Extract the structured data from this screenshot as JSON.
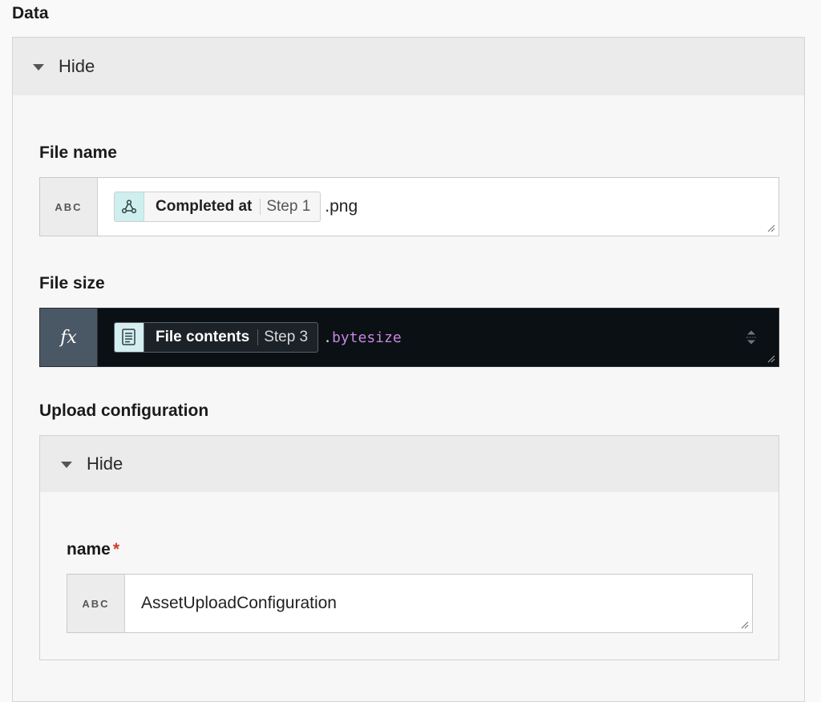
{
  "section": {
    "title": "Data"
  },
  "data_panel": {
    "toggle_label": "Hide"
  },
  "file_name": {
    "label": "File name",
    "type_badge": "ABC",
    "pill": {
      "icon": "webhook-icon",
      "label": "Completed at",
      "step": "Step 1"
    },
    "suffix": ".png"
  },
  "file_size": {
    "label": "File size",
    "type_badge": "fx",
    "pill": {
      "icon": "document-icon",
      "label": "File contents",
      "step": "Step 3"
    },
    "suffix": ".bytesize"
  },
  "upload_config": {
    "label": "Upload configuration",
    "toggle_label": "Hide",
    "name_field": {
      "label": "name",
      "required_marker": "*",
      "type_badge": "ABC",
      "value": "AssetUploadConfiguration"
    }
  },
  "colors": {
    "formula_background": "#0b1014",
    "fx_badge": "#4a5866",
    "pill_icon_background": "#cfeeee",
    "code_method": "#c586e0",
    "required": "#d0402c"
  }
}
